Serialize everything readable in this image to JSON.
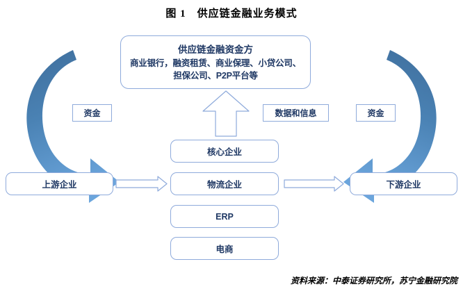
{
  "figure": {
    "title": "图 1　供应链金融业务模式",
    "source_note": "资料来源：中泰证券研究所，苏宁金融研究院"
  },
  "colors": {
    "box_border": "#8EAADB",
    "text_navy": "#1F3864",
    "arrow_dark_blue": "#3F6E9C",
    "arrow_light_blue": "#5B9BD5",
    "hollow_arrow_stroke": "#8EAADB",
    "page_background": "#FFFFFF"
  },
  "funder_box": {
    "title": "供应链金融资金方",
    "description_line1": "商业银行，融资租赁、商业保理、小贷公司、",
    "description_line2": "担保公司、P2P平台等"
  },
  "center_column": {
    "boxes": [
      {
        "label": "核心企业"
      },
      {
        "label": "物流企业"
      },
      {
        "label": "ERP"
      },
      {
        "label": "电商"
      }
    ]
  },
  "side_boxes": {
    "upstream": "上游企业",
    "downstream": "下游企业"
  },
  "flow_labels": {
    "funds_left": "资金",
    "data_and_info": "数据和信息",
    "funds_right": "资金"
  },
  "arrows": {
    "left_curved": "curved-arrow-down-right-icon",
    "right_curved": "curved-arrow-down-left-icon",
    "center_up": "up-arrow-icon",
    "upstream_to_logistics": "right-arrow-icon",
    "logistics_to_downstream": "right-arrow-icon"
  }
}
